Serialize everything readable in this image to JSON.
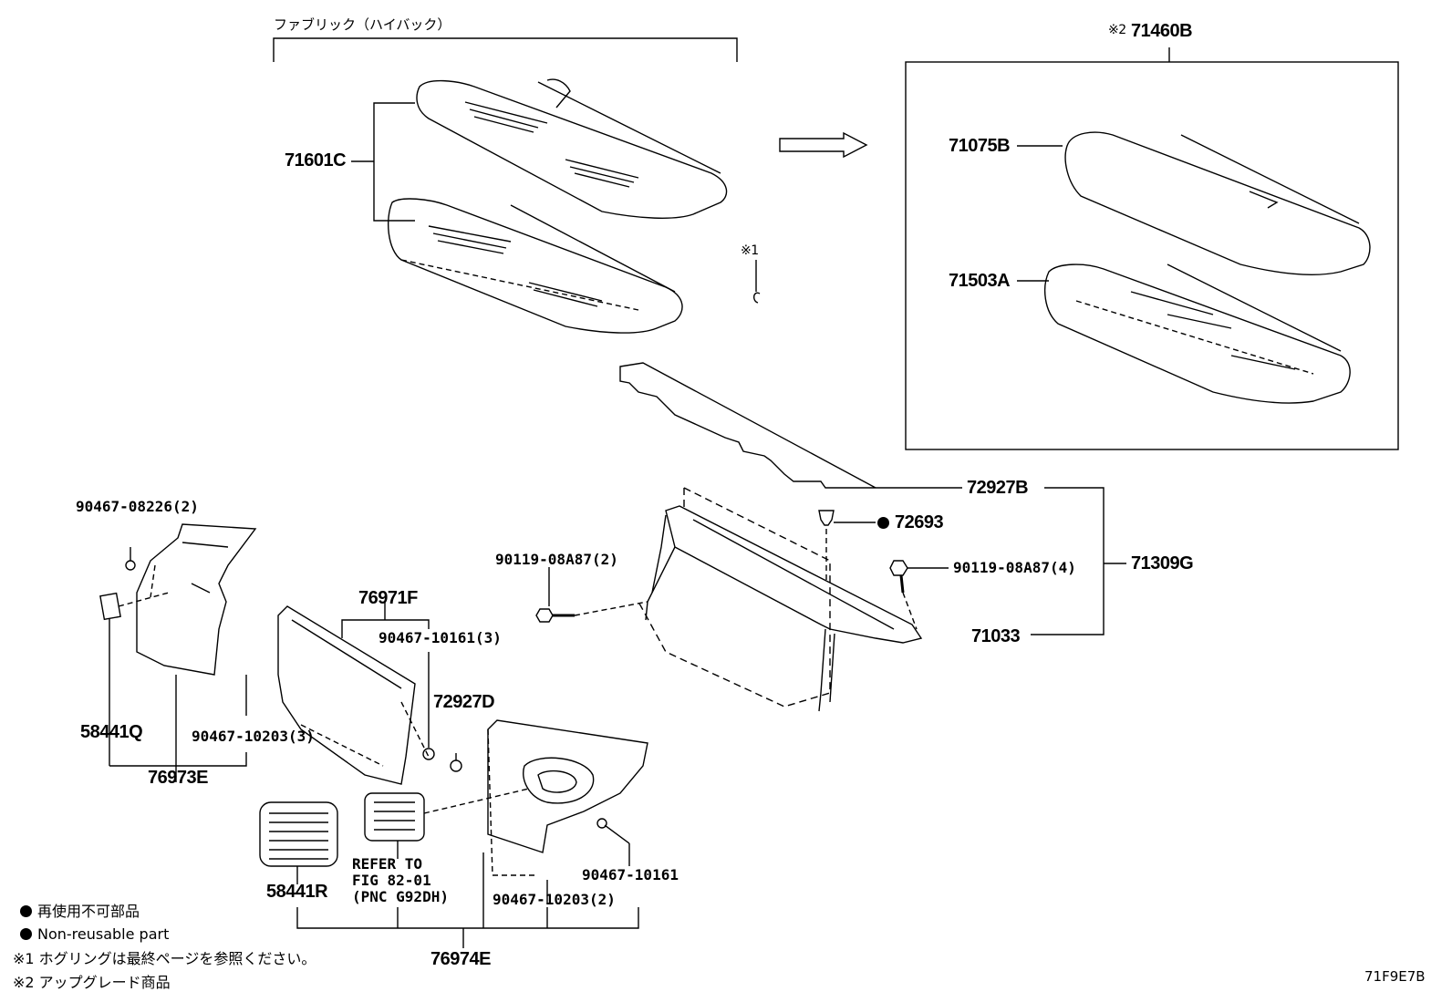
{
  "header_group": {
    "label": "ファブリック（ハイバック）"
  },
  "upgrade_box": {
    "mark": "※2",
    "part": "71460B"
  },
  "ring_mark": "※1",
  "parts": {
    "p71601C": "71601C",
    "p71075B": "71075B",
    "p71503A": "71503A",
    "p72927B": "72927B",
    "p72693": "72693",
    "p90119_2": "90119-08A87(2)",
    "p90119_4": "90119-08A87(4)",
    "p71309G": "71309G",
    "p71033": "71033",
    "p90467_08226": "90467-08226(2)",
    "p76971F": "76971F",
    "p90467_10161_3": "90467-10161(3)",
    "p72927D": "72927D",
    "p58441Q": "58441Q",
    "p90467_10203_3": "90467-10203(3)",
    "p76973E": "76973E",
    "p90467_10161": "90467-10161",
    "p90467_10203_2": "90467-10203(2)",
    "p58441R": "58441R",
    "p76974E": "76974E"
  },
  "refer": {
    "line1": "REFER TO",
    "line2": "FIG 82-01",
    "line3": "(PNC G92DH)"
  },
  "legend": {
    "nonreusable_jp": "再使用不可部品",
    "nonreusable_en": "Non-reusable part",
    "note1": "※1 ホグリングは最終ページを参照ください。",
    "note2": "※2 アップグレード商品"
  },
  "figure_code": "71F9E7B"
}
